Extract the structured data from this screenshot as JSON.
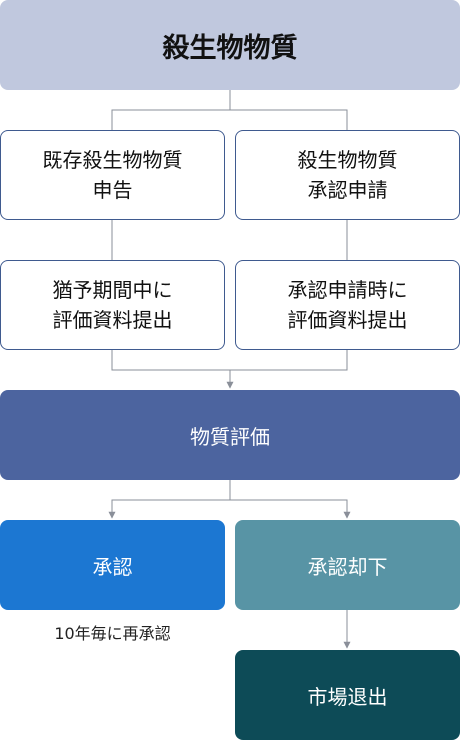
{
  "title": "殺生物物質",
  "branches": {
    "existing": {
      "label": "既存殺生物物質\n申告",
      "step": "猶予期間中に\n評価資料提出"
    },
    "new": {
      "label": "殺生物物質\n承認申請",
      "step": "承認申請時に\n評価資料提出"
    }
  },
  "evaluation": "物質評価",
  "outcomes": {
    "approved": "承認",
    "approved_note": "10年毎に再承認",
    "rejected": "承認却下",
    "exit": "市場退出"
  },
  "colors": {
    "title_bg": "#c0c8de",
    "outline": "#3f5a8f",
    "evaluation": "#4c649f",
    "approved": "#1c77d2",
    "rejected": "#5894a5",
    "exit": "#0d4b57",
    "connector": "#8a8f99"
  }
}
